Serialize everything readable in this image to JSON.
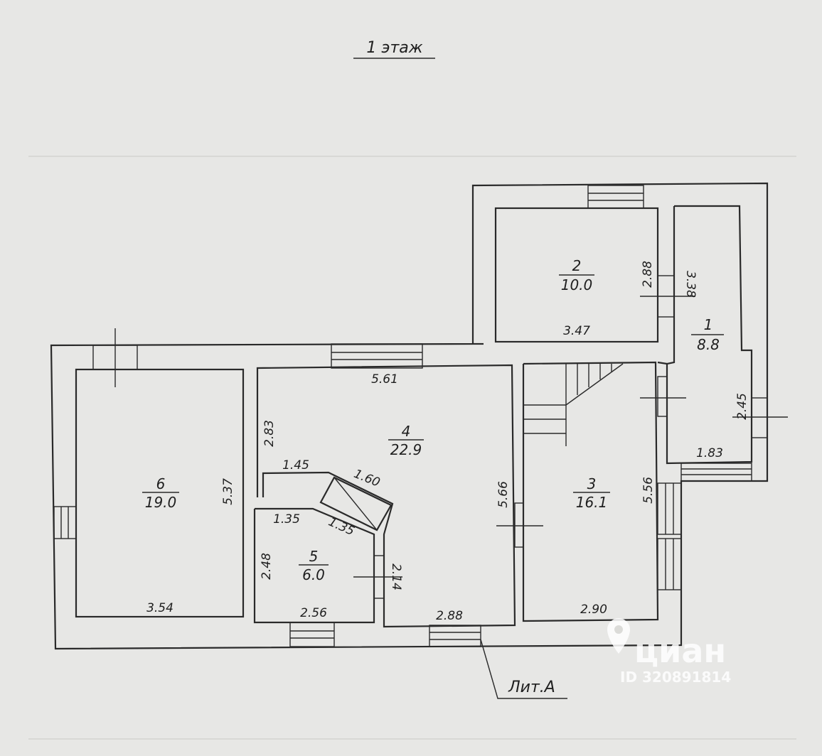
{
  "title": "1 этаж",
  "building_label": "Лит.А",
  "rooms": [
    {
      "number": "1",
      "area": "8.8"
    },
    {
      "number": "2",
      "area": "10.0"
    },
    {
      "number": "3",
      "area": "16.1"
    },
    {
      "number": "4",
      "area": "22.9"
    },
    {
      "number": "5",
      "area": "6.0"
    },
    {
      "number": "6",
      "area": "19.0"
    }
  ],
  "dimensions": {
    "room2_width": "3.47",
    "room2_height": "2.88",
    "room1_height_top": "3.38",
    "room1_height_lower": "2.45",
    "room1_width": "1.83",
    "room4_width": "5.61",
    "room4_left_height": "2.83",
    "room4_height": "5.66",
    "room4_bottom_width": "2.88",
    "partition_length": "1.45",
    "stove_length": "1.60",
    "room5_top": "1.35",
    "room5_diagonal": "1.35",
    "room5_height": "2.48",
    "room5_right": "2.14",
    "room5_width": "2.56",
    "room6_height": "5.37",
    "room6_width": "3.54",
    "room3_height": "5.56",
    "room3_width": "2.90"
  },
  "watermark": {
    "brand": "циан",
    "id": "ID 320891814",
    "color": "#ffffff"
  },
  "colors": {
    "paper": "#e7e7e5",
    "ink": "#2a2a2a"
  }
}
